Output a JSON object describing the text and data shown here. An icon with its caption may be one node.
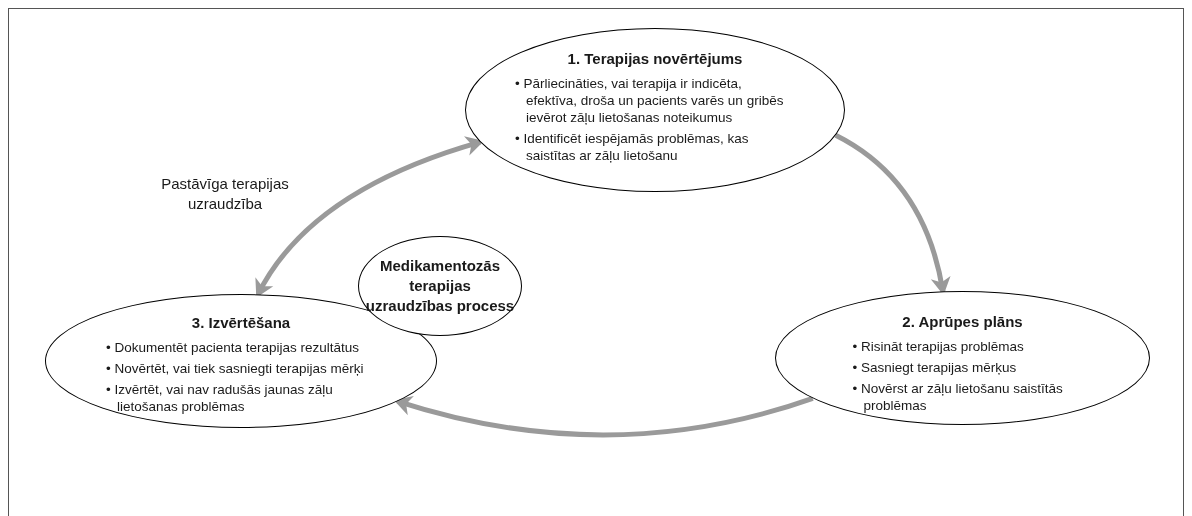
{
  "diagram": {
    "nodes": [
      {
        "text": [
          "1. Terapijas novērtējums",
          "• Pārliecināties, vai terapija ir indicēta, efektīva, droša un pacients varēs un gribēs ievērot zāļu lietošanas noteikumus",
          "• Identificēt iespējamās problēmas, kas saistītas ar zāļu lietošanu"
        ]
      },
      {
        "text": [
          "2. Aprūpes plāns",
          "• Risināt terapijas problēmas",
          "• Sasniegt terapijas mērķus",
          "• Novērst ar zāļu lietošanu saistītās problēmas"
        ]
      },
      {
        "text": [
          "3. Izvērtēšana",
          "• Dokumentēt pacienta terapijas rezultātus",
          "• Novērtēt, vai tiek sasniegti terapijas mērķi",
          "• Izvērtēt, vai nav radušās jaunas zāļu lietošanas problēmas"
        ]
      },
      {
        "text": [
          "Medikamentozās terapijas uzraudzības process"
        ]
      }
    ],
    "edges": [
      {
        "from": 0,
        "to": 1,
        "arrow": "to"
      },
      {
        "from": 1,
        "to": 2,
        "arrow": "to"
      },
      {
        "from": 2,
        "to": 0,
        "arrow": "both",
        "label": "Pastāvīga terapijas uzraudzība"
      }
    ]
  }
}
